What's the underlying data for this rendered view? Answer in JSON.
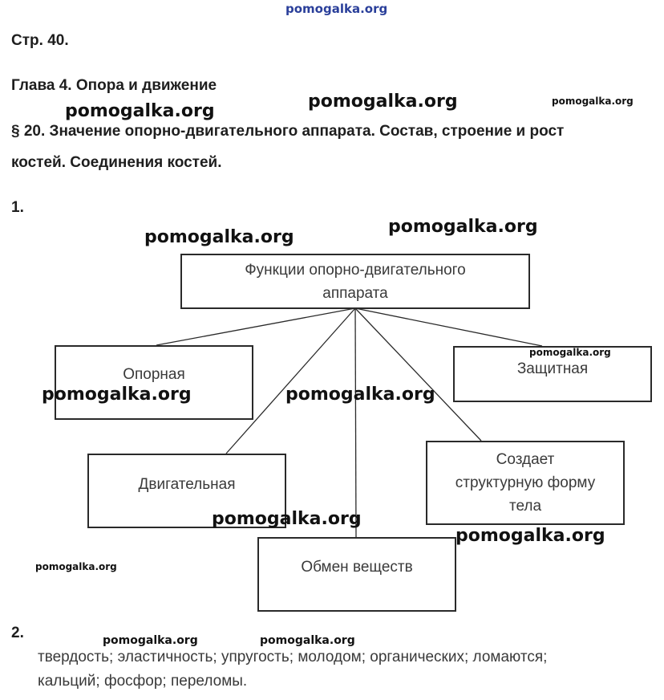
{
  "watermarks": {
    "top": "pomogalka.org",
    "text": "pomogalka.org"
  },
  "page_number": "Стр. 40.",
  "chapter_title": "Глава 4. Опора и движение",
  "section_title_line1": "§ 20. Значение опорно-двигательного аппарата. Состав, строение и рост",
  "section_title_line2": "костей. Соединения костей.",
  "task1": {
    "number": "1.",
    "diagram": {
      "root": {
        "line1": "Функции опорно-двигательного",
        "line2": "аппарата"
      },
      "nodes": {
        "support": "Опорная",
        "protective": "Защитная",
        "motor": "Двигательная",
        "shape": {
          "line1": "Создает",
          "line2": "структурную форму",
          "line3": "тела"
        },
        "metabolism": "Обмен веществ"
      }
    }
  },
  "task2": {
    "number": "2.",
    "answer_line1": "твердость; эластичность; упругость; молодом; органических; ломаются;",
    "answer_line2": "кальций; фосфор; переломы."
  }
}
